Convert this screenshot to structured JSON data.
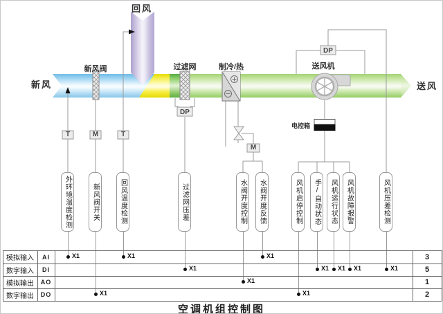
{
  "title": "空调机组控制图",
  "flow_labels": {
    "fresh_air": "新风",
    "return_air": "回风",
    "supply_air": "送风"
  },
  "component_labels": {
    "fresh_air_valve": "新风阀",
    "filter": "过滤网",
    "cool_heat": "制冷/热",
    "supply_fan": "送风机",
    "control_box": "电控箱"
  },
  "instrument_tags": {
    "t_outdoor": "T",
    "m_fresh_valve": "M",
    "t_return": "T",
    "dp_filter": "DP",
    "dp_fan": "DP",
    "m_water_valve": "M"
  },
  "signals": [
    {
      "label": "外环境温度检测",
      "row": "AI",
      "mark": "X1"
    },
    {
      "label": "新风阀开关",
      "row": "DO",
      "mark": "X1"
    },
    {
      "label": "回风温度检测",
      "row": "AI",
      "mark": "X1"
    },
    {
      "label": "过滤网压差",
      "row": "DI",
      "mark": "X1"
    },
    {
      "label": "水阀开度控制",
      "row": "AO",
      "mark": "X1"
    },
    {
      "label": "水阀开度反馈",
      "row": "AI",
      "mark": "X1"
    },
    {
      "label": "风机启停控制",
      "row": "DO",
      "mark": "X1"
    },
    {
      "label": "手/自动状态",
      "row": "DI",
      "mark": "X1"
    },
    {
      "label": "风机运行状态",
      "row": "DI",
      "mark": "X1"
    },
    {
      "label": "风机故障报警",
      "row": "DI",
      "mark": "X1"
    },
    {
      "label": "风机压差检测",
      "row": "DI",
      "mark": "X1"
    }
  ],
  "io_table": {
    "rows": [
      {
        "name": "模拟输入",
        "code": "AI",
        "total": "3"
      },
      {
        "name": "数字输入",
        "code": "DI",
        "total": "5"
      },
      {
        "name": "模拟输出",
        "code": "AO",
        "total": "1"
      },
      {
        "name": "数字输出",
        "code": "DO",
        "total": "2"
      }
    ]
  },
  "colors": {
    "fresh_air_blue": "#7ac1e8",
    "mixed_air_yellow": "#f2e600",
    "supply_air_green": "#a6d779",
    "return_air_purple": "#b3a8d3",
    "line_gray": "#9a9a9a"
  }
}
